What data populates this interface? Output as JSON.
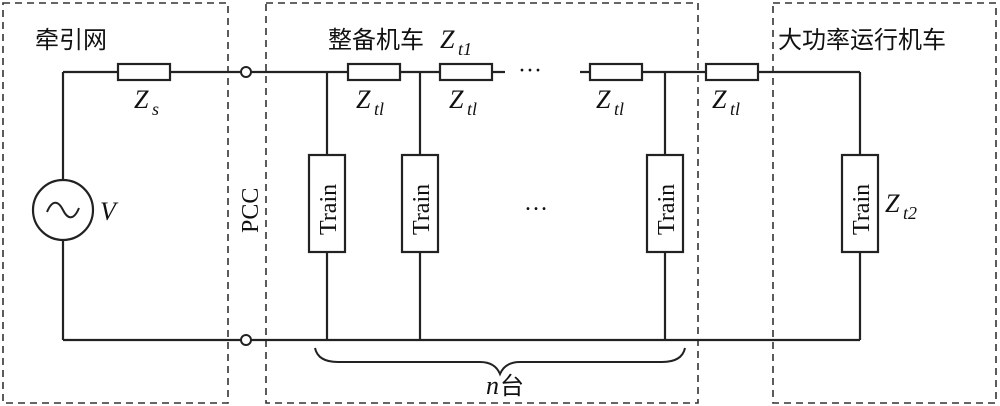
{
  "regions": {
    "grid": "牵引网",
    "servicing": "整备机车",
    "high_power": "大功率运行机车"
  },
  "impedance": {
    "Zt1_main": "Z",
    "Zt1_sub": "t1",
    "Zs_main": "Z",
    "Zs_sub": "s",
    "Ztl_main": "Z",
    "Ztl_sub": "tl",
    "Zt2_main": "Z",
    "Zt2_sub": "t2"
  },
  "source_label": "V",
  "pcc_label": "PCC",
  "train_label": "Train",
  "ellipsis": "···",
  "ellipsis_vertical": "…",
  "count": {
    "var": "n",
    "unit": "台"
  }
}
